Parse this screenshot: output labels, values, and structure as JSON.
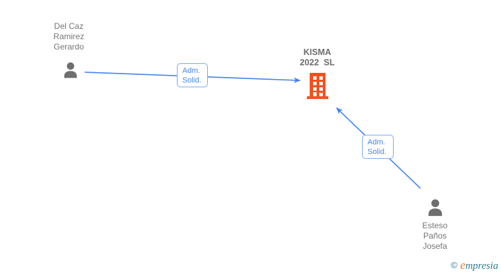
{
  "diagram": {
    "nodes": {
      "person1": {
        "name": "Del Caz\nRamirez\nGerardo",
        "icon": "person-icon"
      },
      "company": {
        "name": "KISMA\n2022  SL",
        "icon": "building-icon"
      },
      "person2": {
        "name": "Esteso\nPaños\nJosefa",
        "icon": "person-icon"
      }
    },
    "edges": {
      "edge1": {
        "from": "Del Caz Ramirez Gerardo",
        "to": "KISMA 2022 SL",
        "label": "Adm.\nSolid."
      },
      "edge2": {
        "from": "Esteso Paños Josefa",
        "to": "KISMA 2022 SL",
        "label": "Adm.\nSolid."
      }
    }
  },
  "footer": {
    "copyright_symbol": "©",
    "brand_lead": "e",
    "brand_rest": "mpresia"
  },
  "colors": {
    "arrow": "#4285f4",
    "label_text": "#4285f4",
    "label_border": "#7baaf7",
    "person_icon": "#6e6e6e",
    "person_text": "#757575",
    "company_text": "#6d6d6d",
    "building_icon": "#f4511e",
    "logo_teal": "#2b7f93",
    "logo_orange": "#f07d26"
  }
}
